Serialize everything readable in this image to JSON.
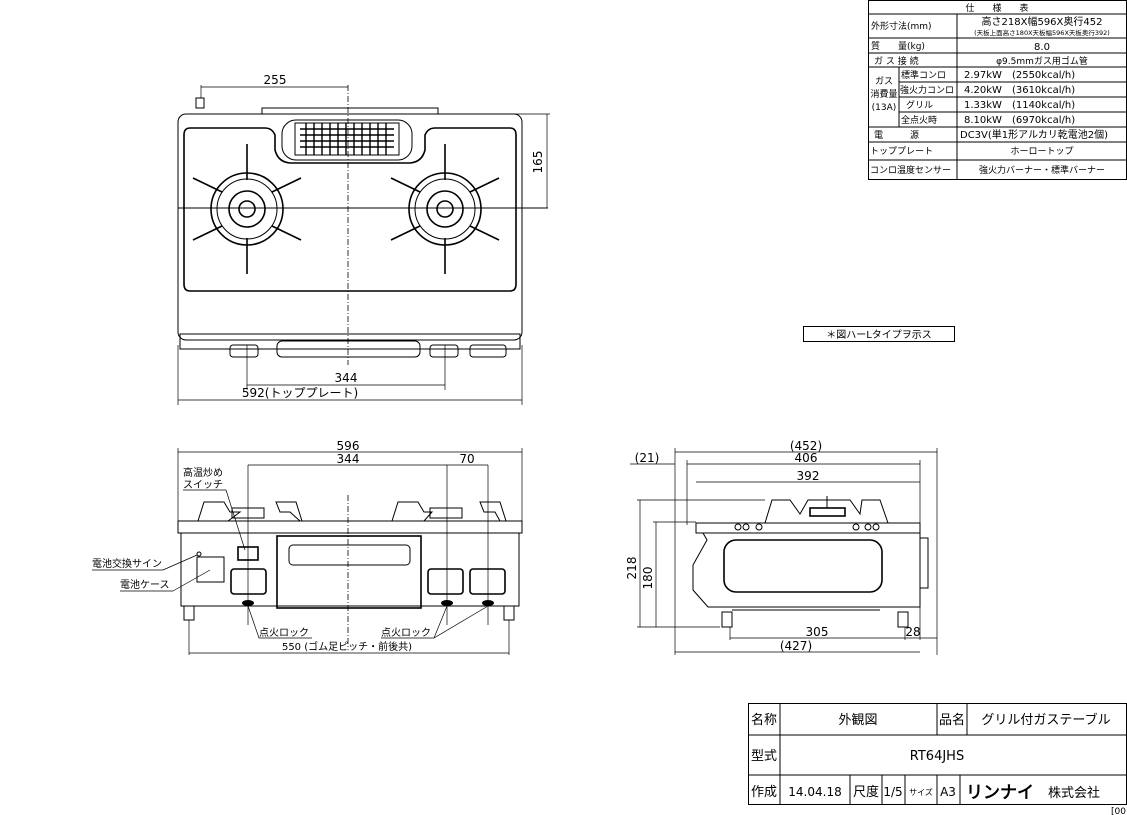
{
  "spec_table": {
    "title": "仕　　様　　表",
    "rows": [
      {
        "label": "外形寸法(mm)",
        "value": "高さ218X幅596X奥行452",
        "sub": "(天板上面高さ180X天板幅596X天板奥行392)"
      },
      {
        "label": "質　　量(kg)",
        "value": "8.0"
      },
      {
        "label": "ガ ス 接 続",
        "value": "φ9.5mmガス用ゴム管"
      }
    ],
    "gas_group_label": [
      "ガス",
      "消費量",
      "(13A)"
    ],
    "gas_rows": [
      {
        "label": "標準コンロ",
        "value": "2.97kW　(2550kcal/h)"
      },
      {
        "label": "強火力コンロ",
        "value": "4.20kW　(3610kcal/h)"
      },
      {
        "label": "グリル",
        "value": "1.33kW　(1140kcal/h)"
      },
      {
        "label": "全点火時",
        "value": "8.10kW　(6970kcal/h)"
      }
    ],
    "rows2": [
      {
        "label": "電　　　源",
        "value": "DC3V(単1形アルカリ乾電池2個)"
      },
      {
        "label": "トッププレート",
        "value": "ホーロートップ"
      },
      {
        "label": "コンロ温度センサー",
        "value": "強火力バーナー・標準バーナー"
      }
    ]
  },
  "note": "＊図ハーLタイプヲ示ス",
  "top_view": {
    "dim_255": "255",
    "dim_165": "165",
    "dim_344": "344",
    "dim_592": "592(トッププレート)"
  },
  "front_view": {
    "dim_596": "596",
    "dim_344": "344",
    "dim_70": "70",
    "dim_550": "550 (ゴム足ピッチ・前後共)",
    "label_switch": [
      "高温炒め",
      "スイッチ"
    ],
    "label_battery_sign": "電池交換サイン",
    "label_battery_case": "電池ケース",
    "label_ignition_lock_left": "点火ロック",
    "label_ignition_lock_right": "点火ロック"
  },
  "side_view": {
    "dim_452": "(452)",
    "dim_21": "(21)",
    "dim_406": "406",
    "dim_392": "392",
    "dim_218": "218",
    "dim_180": "180",
    "dim_305": "305",
    "dim_28": "28",
    "dim_427": "(427)"
  },
  "title_block": {
    "name_label": "名称",
    "name_value": "外観図",
    "product_label": "品名",
    "product_value": "グリル付ガステーブル",
    "model_label": "型式",
    "model_value": "RT64JHS",
    "created_label": "作成",
    "created_date": "14.04.18",
    "scale_label": "尺度",
    "scale_value": "1/5",
    "size_label": "サイズ",
    "size_value": "A3",
    "company_brand": "リンナイ",
    "company_suffix": "株式会社",
    "corner_code": "[00"
  }
}
